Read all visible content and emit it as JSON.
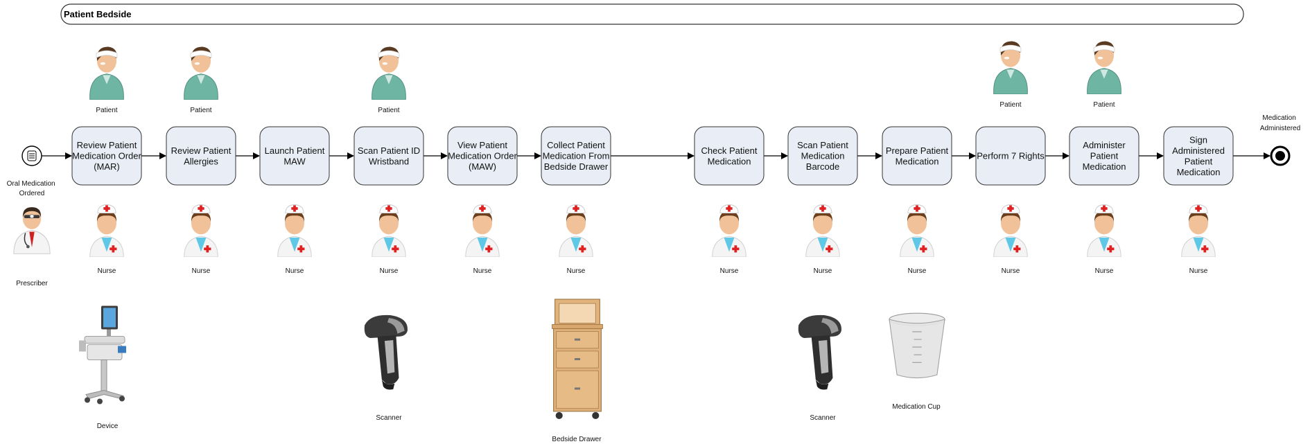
{
  "lane": {
    "title": "Patient Bedside"
  },
  "start_event": {
    "label": "Oral Medication Ordered"
  },
  "end_event": {
    "label": "Medication Administered"
  },
  "prescriber": {
    "label": "Prescriber",
    "icon": "doctor-icon"
  },
  "steps": [
    {
      "id": "s1",
      "text": "Review Patient Medication Order (MAR)"
    },
    {
      "id": "s2",
      "text": "Review Patient Allergies"
    },
    {
      "id": "s3",
      "text": "Launch Patient MAW"
    },
    {
      "id": "s4",
      "text": "Scan Patient ID Wristband"
    },
    {
      "id": "s5",
      "text": "View Patient Medication Order (MAW)"
    },
    {
      "id": "s6",
      "text": "Collect Patient Medication From Bedside Drawer"
    },
    {
      "id": "s7",
      "text": "Check Patient Medication"
    },
    {
      "id": "s8",
      "text": "Scan Patient Medication Barcode"
    },
    {
      "id": "s9",
      "text": "Prepare Patient Medication"
    },
    {
      "id": "s10",
      "text": "Perform 7 Rights"
    },
    {
      "id": "s11",
      "text": "Administer Patient Medication"
    },
    {
      "id": "s12",
      "text": "Sign Administered Patient Medication"
    }
  ],
  "actors": {
    "patient_label": "Patient",
    "nurse_label": "Nurse",
    "patient_icon": "patient-icon",
    "nurse_icon": "nurse-icon"
  },
  "resources": {
    "device": {
      "label": "Device",
      "icon": "computer-cart-icon"
    },
    "scanner": {
      "label": "Scanner",
      "icon": "barcode-scanner-icon"
    },
    "bedside_drawer": {
      "label": "Bedside Drawer",
      "icon": "bedside-drawer-icon"
    },
    "medication_cup": {
      "label": "Medication Cup",
      "icon": "medication-cup-icon"
    }
  },
  "colors": {
    "step_fill": "#e8edf6",
    "step_stroke": "#333333",
    "lane_fill": "#ffffff",
    "nurse_uniform": "#f4f4f4",
    "nurse_accent": "#e02020",
    "patient_gown": "#6fb5a3",
    "skin": "#f1c29a",
    "drawer_wood": "#e0b17a"
  }
}
